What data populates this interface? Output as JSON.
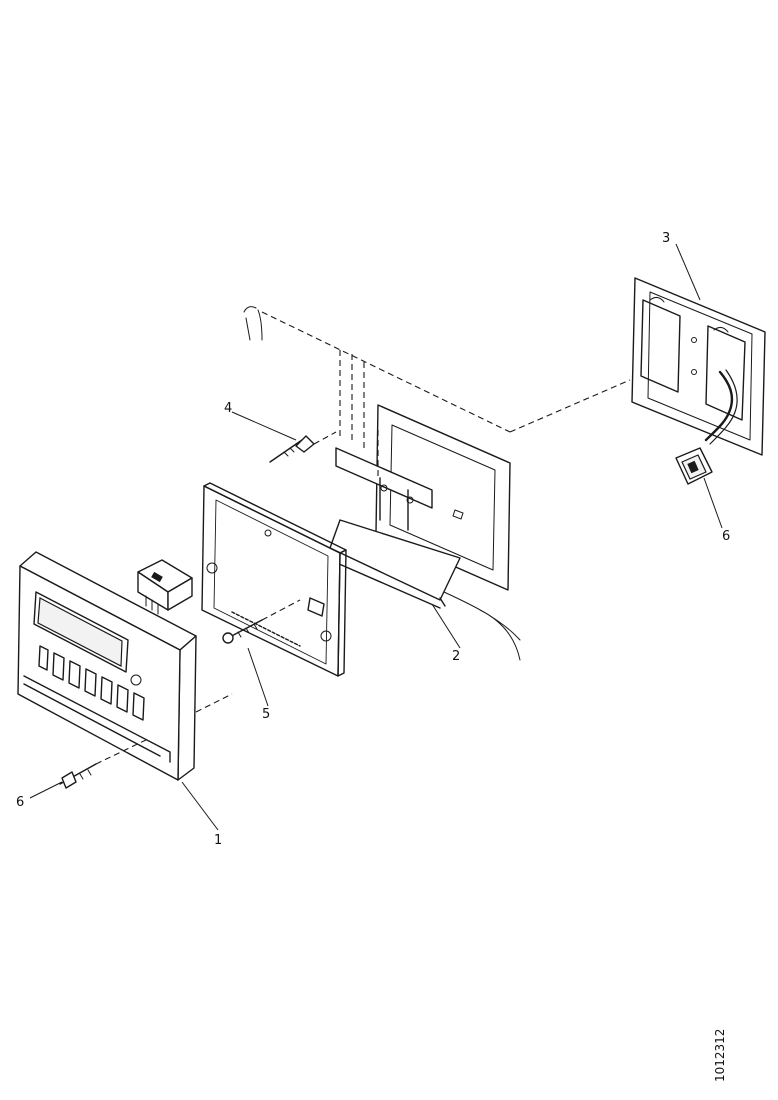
{
  "callouts": {
    "c1": "1",
    "c2": "2",
    "c3": "3",
    "c4": "4",
    "c5": "5",
    "c6": "6",
    "c7": "6"
  },
  "figure_id": "1012312"
}
